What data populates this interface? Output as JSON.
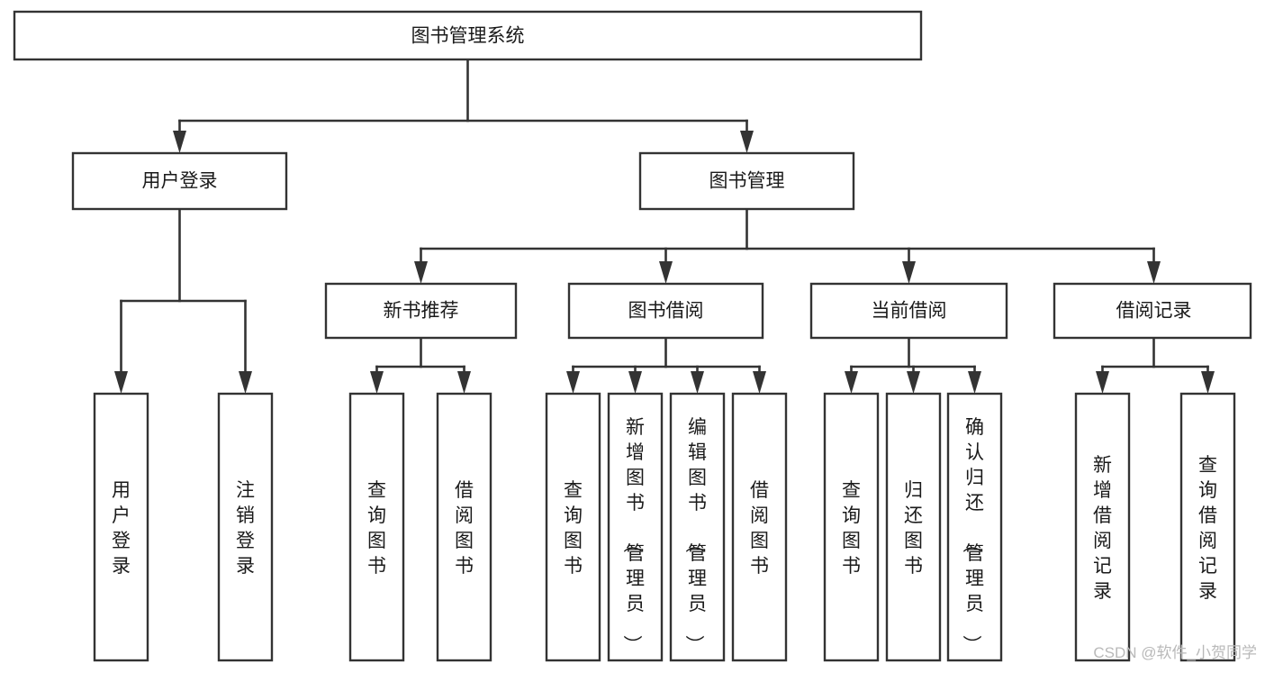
{
  "diagram": {
    "type": "tree-hierarchy",
    "title": "图书管理系统",
    "orientation": "top-down",
    "nodes": {
      "root": {
        "label": "图书管理系统",
        "text_orientation": "horizontal"
      },
      "user_login": {
        "label": "用户登录",
        "text_orientation": "horizontal"
      },
      "book_manage": {
        "label": "图书管理",
        "text_orientation": "horizontal"
      },
      "new_book_rec": {
        "label": "新书推荐",
        "text_orientation": "horizontal"
      },
      "book_borrow": {
        "label": "图书借阅",
        "text_orientation": "horizontal"
      },
      "current_borrow": {
        "label": "当前借阅",
        "text_orientation": "horizontal"
      },
      "borrow_record": {
        "label": "借阅记录",
        "text_orientation": "horizontal"
      },
      "leaf_user_login": {
        "label": "用户登录",
        "text_orientation": "vertical"
      },
      "leaf_logout": {
        "label": "注销登录",
        "text_orientation": "vertical"
      },
      "leaf_query_book_1": {
        "label": "查询图书",
        "text_orientation": "vertical"
      },
      "leaf_borrow_book_1": {
        "label": "借阅图书",
        "text_orientation": "vertical"
      },
      "leaf_query_book_2": {
        "label": "查询图书",
        "text_orientation": "vertical"
      },
      "leaf_add_book": {
        "label": "新增图书（管理员）",
        "text_orientation": "vertical"
      },
      "leaf_edit_book": {
        "label": "编辑图书（管理员）",
        "text_orientation": "vertical"
      },
      "leaf_borrow_book_2": {
        "label": "借阅图书",
        "text_orientation": "vertical"
      },
      "leaf_query_book_3": {
        "label": "查询图书",
        "text_orientation": "vertical"
      },
      "leaf_return_book": {
        "label": "归还图书",
        "text_orientation": "vertical"
      },
      "leaf_confirm_return": {
        "label": "确认归还（管理员）",
        "text_orientation": "vertical"
      },
      "leaf_add_record": {
        "label": "新增借阅记录",
        "text_orientation": "vertical"
      },
      "leaf_query_record": {
        "label": "查询借阅记录",
        "text_orientation": "vertical"
      }
    },
    "edges": [
      {
        "from": "root",
        "to": "user_login"
      },
      {
        "from": "root",
        "to": "book_manage"
      },
      {
        "from": "book_manage",
        "to": "new_book_rec"
      },
      {
        "from": "book_manage",
        "to": "book_borrow"
      },
      {
        "from": "book_manage",
        "to": "current_borrow"
      },
      {
        "from": "book_manage",
        "to": "borrow_record"
      },
      {
        "from": "user_login",
        "to": "leaf_user_login"
      },
      {
        "from": "user_login",
        "to": "leaf_logout"
      },
      {
        "from": "new_book_rec",
        "to": "leaf_query_book_1"
      },
      {
        "from": "new_book_rec",
        "to": "leaf_borrow_book_1"
      },
      {
        "from": "book_borrow",
        "to": "leaf_query_book_2"
      },
      {
        "from": "book_borrow",
        "to": "leaf_add_book"
      },
      {
        "from": "book_borrow",
        "to": "leaf_edit_book"
      },
      {
        "from": "book_borrow",
        "to": "leaf_borrow_book_2"
      },
      {
        "from": "current_borrow",
        "to": "leaf_query_book_3"
      },
      {
        "from": "current_borrow",
        "to": "leaf_return_book"
      },
      {
        "from": "current_borrow",
        "to": "leaf_confirm_return"
      },
      {
        "from": "borrow_record",
        "to": "leaf_add_record"
      },
      {
        "from": "borrow_record",
        "to": "leaf_query_record"
      }
    ],
    "colors": {
      "background": "#ffffff",
      "box_fill": "#ffffff",
      "box_stroke": "#333333",
      "line": "#333333",
      "text": "#1a1a1a",
      "watermark": "#b9b9b9"
    }
  },
  "watermark": {
    "label": "CSDN @软件_小贺同学"
  }
}
